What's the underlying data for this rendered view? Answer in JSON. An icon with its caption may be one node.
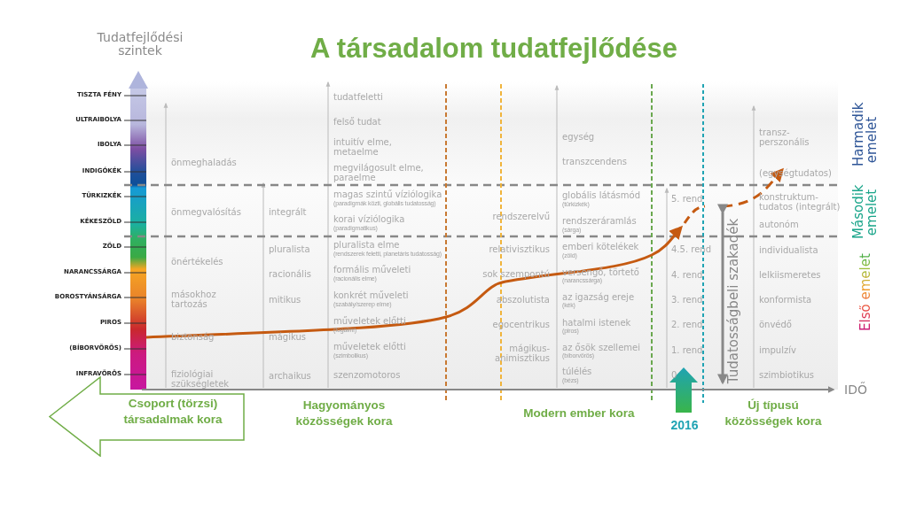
{
  "diagram": {
    "title": "A társadalom tudatfejlődése",
    "nodes": [
      {
        "text": [
          "Csoport (törzsi) társadalmak kora"
        ]
      }
    ],
    "labels": [
      "Tudatfejlődési szintek",
      "TISZTA FÉNY",
      "ULTRAIBOLYA",
      "IBOLYA",
      "INDIGÓKÉK",
      "TÜRKIZKÉK",
      "KÉKESZÖLD",
      "ZÖLD",
      "NARANCSSÁRGA",
      "BOROSTYÁNSÁRGA",
      "PIROS",
      "(BÍBORVÖRÖS)",
      "INFRAVÖRÖS",
      "önmeghaladás",
      "önmegvalósítás",
      "önértékelés",
      "másokhoz tartozás",
      "biztonság",
      "fiziológiai szükségletek",
      "integrált",
      "pluralista",
      "racionális",
      "mitikus",
      "mágikus",
      "archaikus",
      "tudatfeletti",
      "felső tudat",
      "intuitív elme, metaelme",
      "megvilágosult elme, paraelme",
      "magas szintű víziólogika",
      "(paradigmák közti, globális tudatosság)",
      "korai víziólogika",
      "(paradigmatikus)",
      "pluralista elme",
      "(rendszerek feletti, planetáris tudatosság)",
      "formális műveleti",
      "(racionális elme)",
      "konkrét műveleti",
      "(szabály/szerep elme)",
      "műveletek előtti",
      "(fogalmi)",
      "műveletek előtti",
      "(szimbolikus)",
      "szenzomotoros",
      "rendszerelvű",
      "relativisztikus",
      "sok szempontú",
      "abszolutista",
      "egocentrikus",
      "mágikus-animisztikus",
      "egység",
      "transzcendens",
      "globális látásmód",
      "(türkizkék)",
      "rendszeráramlás",
      "(sárga)",
      "emberi kötelékek",
      "(zöld)",
      "versengő, törtető",
      "(narancssárga)",
      "az igazság ereje",
      "(kék)",
      "hatalmi istenek",
      "(piros)",
      "az ősök szellemei",
      "(bíborvörös)",
      "túlélés",
      "(bézs)",
      "5. rend",
      "4.5. rend",
      "4. rend",
      "3. rend",
      "2. rend",
      "1. rend",
      "0",
      "transz-perszonális",
      "(egységtudatos)",
      "konstruktum-tudatos (integrált)",
      "autonóm",
      "individualista",
      "lelkiismeretes",
      "konformista",
      "önvédő",
      "impulzív",
      "szimbiotikus",
      "Harmadik emelet",
      "Második emelet",
      "Első emelet",
      "Tudatosságbeli szakadék",
      "IDŐ",
      "Hagyományos közösségek kora",
      "Modern ember kora",
      "2016",
      "Új típusú közösségek kora"
    ]
  }
}
